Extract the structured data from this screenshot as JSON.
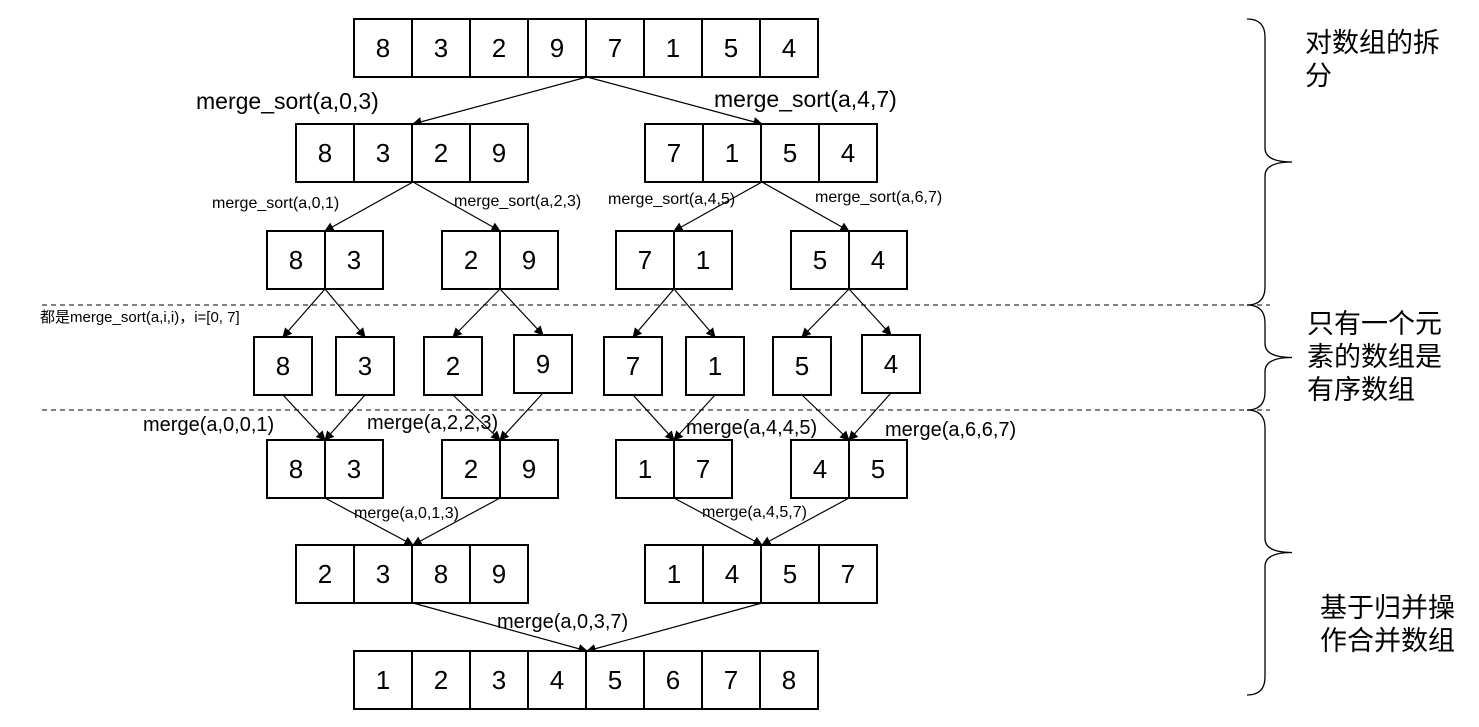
{
  "rows": [
    [
      {
        "name": "array-root",
        "values": [
          "8",
          "3",
          "2",
          "9",
          "7",
          "1",
          "5",
          "4"
        ]
      }
    ],
    [
      {
        "name": "array-left-half",
        "values": [
          "8",
          "3",
          "2",
          "9"
        ]
      },
      {
        "name": "array-right-half",
        "values": [
          "7",
          "1",
          "5",
          "4"
        ]
      }
    ],
    [
      {
        "name": "array-0-1",
        "values": [
          "8",
          "3"
        ]
      },
      {
        "name": "array-2-3",
        "values": [
          "2",
          "9"
        ]
      },
      {
        "name": "array-4-5",
        "values": [
          "7",
          "1"
        ]
      },
      {
        "name": "array-6-7",
        "values": [
          "5",
          "4"
        ]
      }
    ],
    [
      {
        "name": "single-0",
        "values": [
          "8"
        ]
      },
      {
        "name": "single-1",
        "values": [
          "3"
        ]
      },
      {
        "name": "single-2",
        "values": [
          "2"
        ]
      },
      {
        "name": "single-3",
        "values": [
          "9"
        ]
      },
      {
        "name": "single-4",
        "values": [
          "7"
        ]
      },
      {
        "name": "single-5",
        "values": [
          "1"
        ]
      },
      {
        "name": "single-6",
        "values": [
          "5"
        ]
      },
      {
        "name": "single-7",
        "values": [
          "4"
        ]
      }
    ],
    [
      {
        "name": "merged-0-1",
        "values": [
          "8",
          "3"
        ]
      },
      {
        "name": "merged-2-3",
        "values": [
          "2",
          "9"
        ]
      },
      {
        "name": "merged-4-5",
        "values": [
          "1",
          "7"
        ]
      },
      {
        "name": "merged-6-7",
        "values": [
          "4",
          "5"
        ]
      }
    ],
    [
      {
        "name": "merged-0-3",
        "values": [
          "2",
          "3",
          "8",
          "9"
        ]
      },
      {
        "name": "merged-4-7",
        "values": [
          "1",
          "4",
          "5",
          "7"
        ]
      }
    ],
    [
      {
        "name": "array-sorted",
        "values": [
          "1",
          "2",
          "3",
          "4",
          "5",
          "6",
          "7",
          "8"
        ]
      }
    ]
  ],
  "labels": [
    {
      "name": "label-merge-sort-0-3",
      "text": "merge_sort(a,0,3)",
      "size": "big"
    },
    {
      "name": "label-merge-sort-4-7",
      "text": "merge_sort(a,4,7)",
      "size": "big"
    },
    {
      "name": "label-merge-sort-0-1",
      "text": "merge_sort(a,0,1)",
      "size": "small"
    },
    {
      "name": "label-merge-sort-2-3",
      "text": "merge_sort(a,2,3)",
      "size": "small"
    },
    {
      "name": "label-merge-sort-4-5",
      "text": "merge_sort(a,4,5)",
      "size": "small"
    },
    {
      "name": "label-merge-sort-6-7",
      "text": "merge_sort(a,6,7)",
      "size": "small"
    },
    {
      "name": "label-single-note",
      "text": "都是merge_sort(a,i,i)，i=[0, 7]",
      "size": "note"
    },
    {
      "name": "label-merge-0-0-1",
      "text": "merge(a,0,0,1)",
      "size": "mid"
    },
    {
      "name": "label-merge-2-2-3",
      "text": "merge(a,2,2,3)",
      "size": "mid"
    },
    {
      "name": "label-merge-4-4-5",
      "text": "merge(a,4,4,5)",
      "size": "mid"
    },
    {
      "name": "label-merge-6-6-7",
      "text": "merge(a,6,6,7)",
      "size": "mid"
    },
    {
      "name": "label-merge-0-1-3",
      "text": "merge(a,0,1,3)",
      "size": "small"
    },
    {
      "name": "label-merge-4-5-7",
      "text": "merge(a,4,5,7)",
      "size": "small"
    },
    {
      "name": "label-merge-0-3-7",
      "text": "merge(a,0,3,7)",
      "size": "mid"
    }
  ],
  "side_notes": [
    {
      "name": "side-note-split",
      "lines": [
        "对数组的拆",
        "分"
      ]
    },
    {
      "name": "side-note-single",
      "lines": [
        "只有一个元",
        "素的数组是",
        "有序数组"
      ]
    },
    {
      "name": "side-note-merge",
      "lines": [
        "基于归并操",
        "作合并数组"
      ]
    }
  ]
}
